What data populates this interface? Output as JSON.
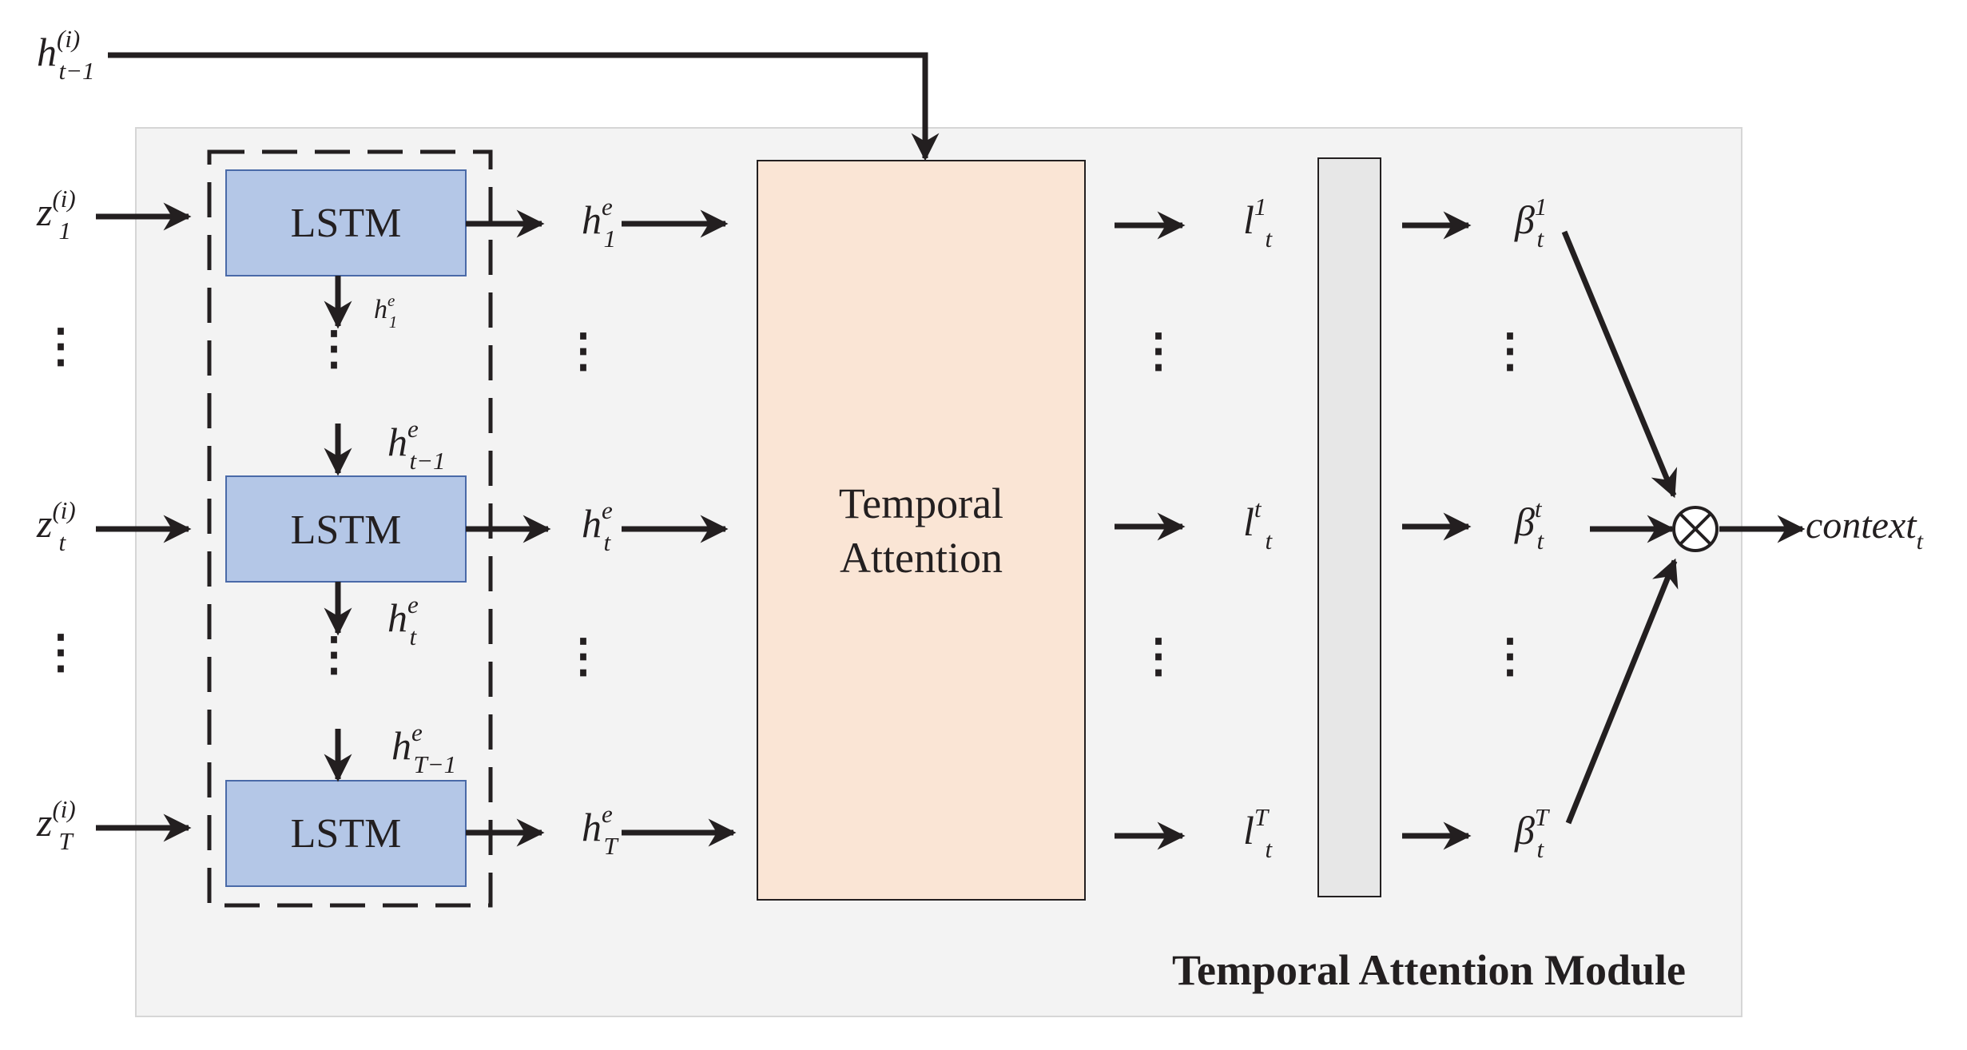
{
  "diagram": {
    "module_title": "Temporal Attention Module",
    "lstm_label": "LSTM",
    "attention_label_line1": "Temporal",
    "attention_label_line2": "Attention",
    "operator_symbol": "⊗",
    "ellipsis": "⋮",
    "colors": {
      "module_background": "#f3f3f3",
      "lstm_fill": "#b4c7e7",
      "lstm_stroke": "#4a6aa8",
      "attention_fill": "#fae5d5",
      "softmax_fill": "#e7e7e7",
      "ink": "#231f20"
    },
    "prev_hidden": {
      "base": "h",
      "sub": "t−1",
      "sup": "(i)"
    },
    "inputs": [
      {
        "base": "z",
        "sub": "1",
        "sup": "(i)"
      },
      {
        "base": "z",
        "sub": "t",
        "sup": "(i)"
      },
      {
        "base": "z",
        "sub": "T",
        "sup": "(i)"
      }
    ],
    "encoder_outputs": [
      {
        "base": "h",
        "sub": "1",
        "sup": "e"
      },
      {
        "base": "h",
        "sub": "t",
        "sup": "e"
      },
      {
        "base": "h",
        "sub": "T",
        "sup": "e"
      }
    ],
    "hidden_links": [
      {
        "base": "h",
        "sub": "1",
        "sup": "e"
      },
      {
        "base": "h",
        "sub": "t−1",
        "sup": "e"
      },
      {
        "base": "h",
        "sub": "t",
        "sup": "e"
      },
      {
        "base": "h",
        "sub": "T−1",
        "sup": "e"
      }
    ],
    "scores": [
      {
        "base": "l",
        "sub": "t",
        "sup": "1"
      },
      {
        "base": "l",
        "sub": "t",
        "sup": "t"
      },
      {
        "base": "l",
        "sub": "t",
        "sup": "T"
      }
    ],
    "weights": [
      {
        "base": "β",
        "sub": "t",
        "sup": "1"
      },
      {
        "base": "β",
        "sub": "t",
        "sup": "t"
      },
      {
        "base": "β",
        "sub": "t",
        "sup": "T"
      }
    ],
    "output": {
      "base": "context",
      "sub": "t"
    }
  }
}
